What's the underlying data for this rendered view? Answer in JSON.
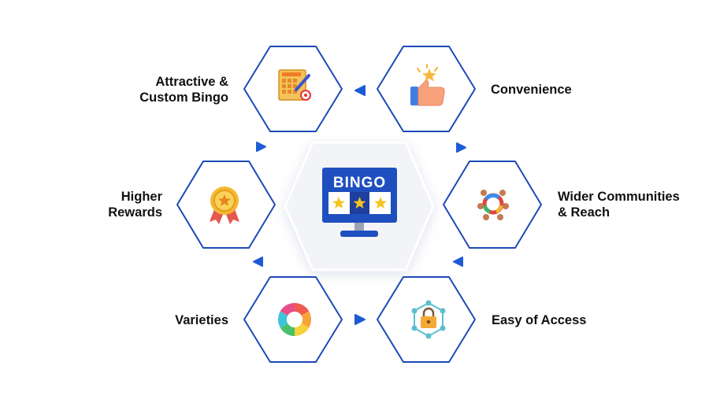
{
  "center": {
    "title": "BINGO",
    "icon": "bingo-monitor-icon"
  },
  "features": [
    {
      "key": "attractive",
      "lines": [
        "Attractive &",
        "Custom Bingo"
      ],
      "icon": "bingo-card-icon"
    },
    {
      "key": "convenience",
      "lines": [
        "Convenience"
      ],
      "icon": "thumbs-up-icon"
    },
    {
      "key": "rewards",
      "lines": [
        "Higher",
        "Rewards"
      ],
      "icon": "medal-icon"
    },
    {
      "key": "communities",
      "lines": [
        "Wider Communities",
        "& Reach"
      ],
      "icon": "community-icon"
    },
    {
      "key": "varieties",
      "lines": [
        "Varieties"
      ],
      "icon": "color-wheel-icon"
    },
    {
      "key": "access",
      "lines": [
        "Easy of Access"
      ],
      "icon": "lock-network-icon"
    }
  ],
  "colors": {
    "hex_border": "#1d49b8",
    "arrow": "#1d5bd6",
    "label": "#111111",
    "center_bg": "#f3f4f8",
    "monitor": "#1f4fbf"
  }
}
